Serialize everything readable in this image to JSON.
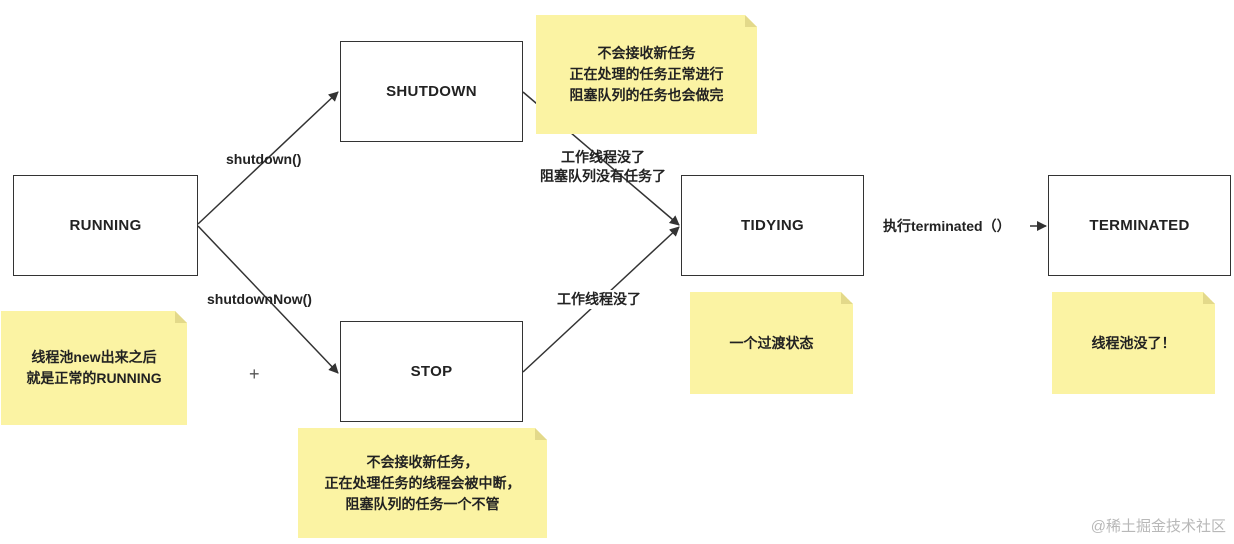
{
  "states": {
    "running": "RUNNING",
    "shutdown": "SHUTDOWN",
    "stop": "STOP",
    "tidying": "TIDYING",
    "terminated": "TERMINATED"
  },
  "edges": {
    "running_to_shutdown": "shutdown()",
    "running_to_stop": "shutdownNow()",
    "shutdown_to_tidying": "工作线程没了\n阻塞队列没有任务了",
    "stop_to_tidying": "工作线程没了",
    "tidying_to_terminated": "执行terminated（）"
  },
  "notes": {
    "running": "线程池new出来之后\n就是正常的RUNNING",
    "shutdown": "不会接收新任务\n正在处理的任务正常进行\n阻塞队列的任务也会做完",
    "stop": "不会接收新任务，\n正在处理任务的线程会被中断，\n阻塞队列的任务一个不管",
    "tidying": "一个过渡状态",
    "terminated": "线程池没了！"
  },
  "decor": {
    "plus": "+"
  },
  "watermark": "@稀土掘金技术社区",
  "colors": {
    "note_bg": "#fbf3a3",
    "box_border": "#333333",
    "arrow": "#333333"
  }
}
